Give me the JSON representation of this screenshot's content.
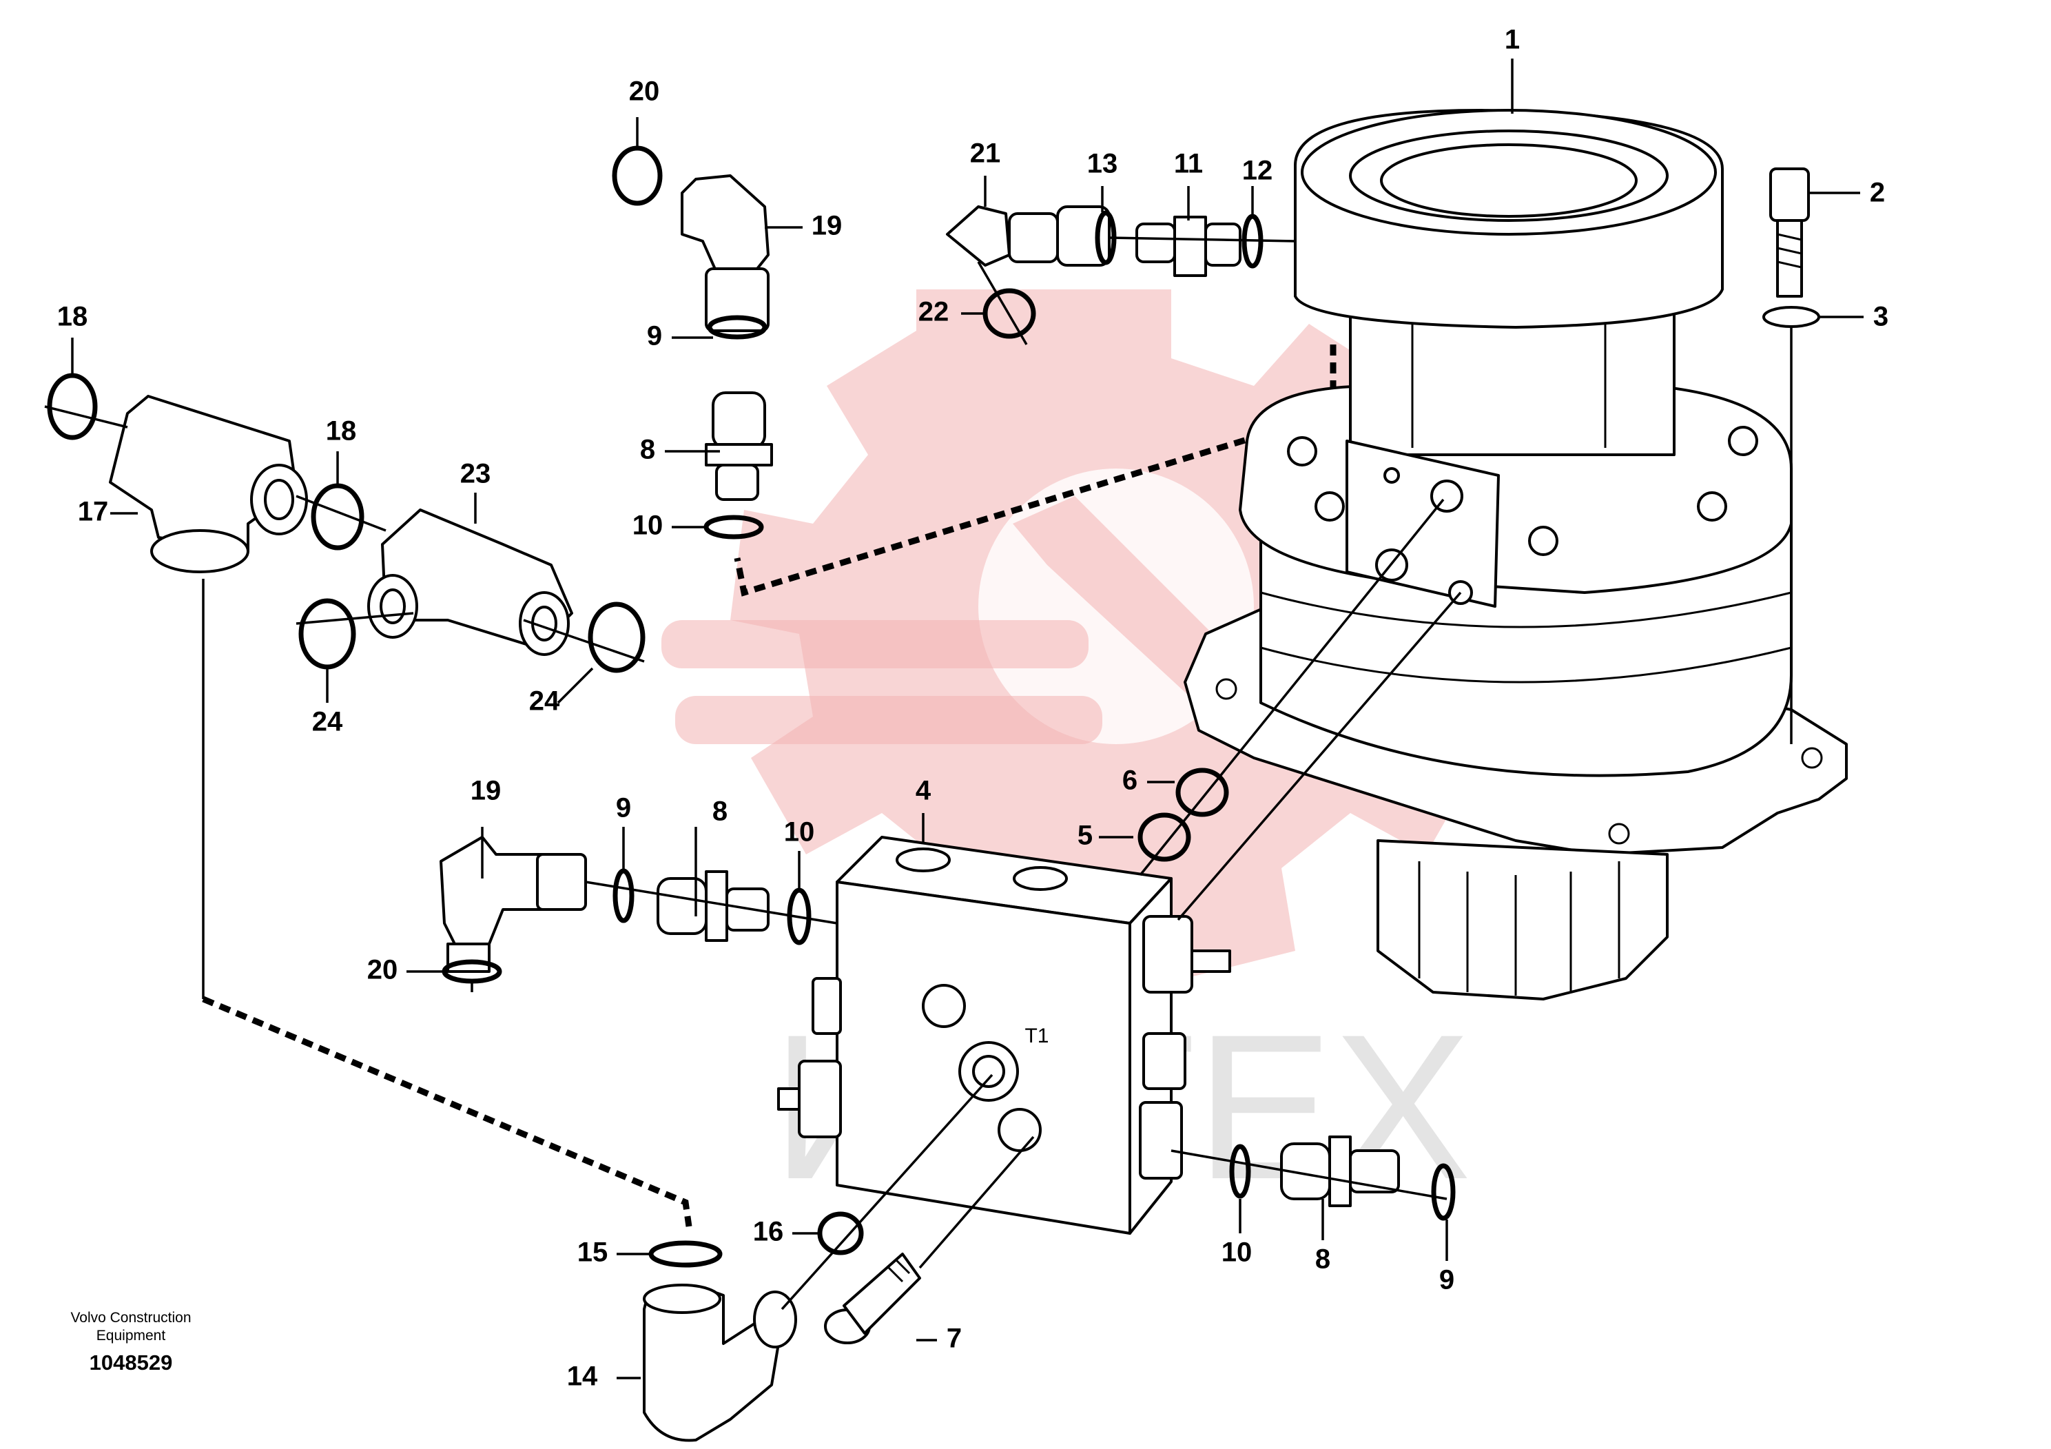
{
  "caption": {
    "line1": "Volvo Construction",
    "line2": "Equipment",
    "doc_number": "1048529"
  },
  "watermark": "ИНТЕХ",
  "port_label": "T1",
  "callouts": [
    "1",
    "2",
    "3",
    "4",
    "5",
    "6",
    "7",
    "8",
    "8",
    "8",
    "9",
    "9",
    "9",
    "10",
    "10",
    "10",
    "11",
    "12",
    "13",
    "14",
    "15",
    "16",
    "17",
    "18",
    "18",
    "19",
    "19",
    "20",
    "20",
    "21",
    "22",
    "23",
    "24",
    "24"
  ],
  "colors": {
    "line": "#000000",
    "watermark": "#f2b3b3"
  }
}
